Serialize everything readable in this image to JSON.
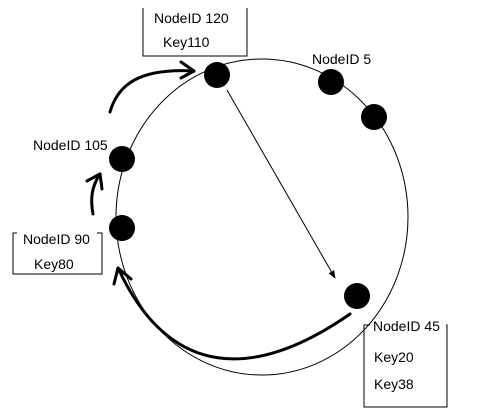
{
  "diagram": {
    "nodes": [
      {
        "id": "node-120",
        "label": "NodeID 120",
        "keys": [
          "Key110"
        ]
      },
      {
        "id": "node-5",
        "label": "NodeID 5",
        "keys": []
      },
      {
        "id": "node-105",
        "label": "NodeID 105",
        "keys": []
      },
      {
        "id": "node-90",
        "label": "NodeID 90",
        "keys": [
          "Key80"
        ]
      },
      {
        "id": "node-45",
        "label": "NodeID 45",
        "keys": [
          "Key20",
          "Key38"
        ]
      }
    ],
    "colors": {
      "stroke": "#000000",
      "background": "#ffffff"
    }
  }
}
